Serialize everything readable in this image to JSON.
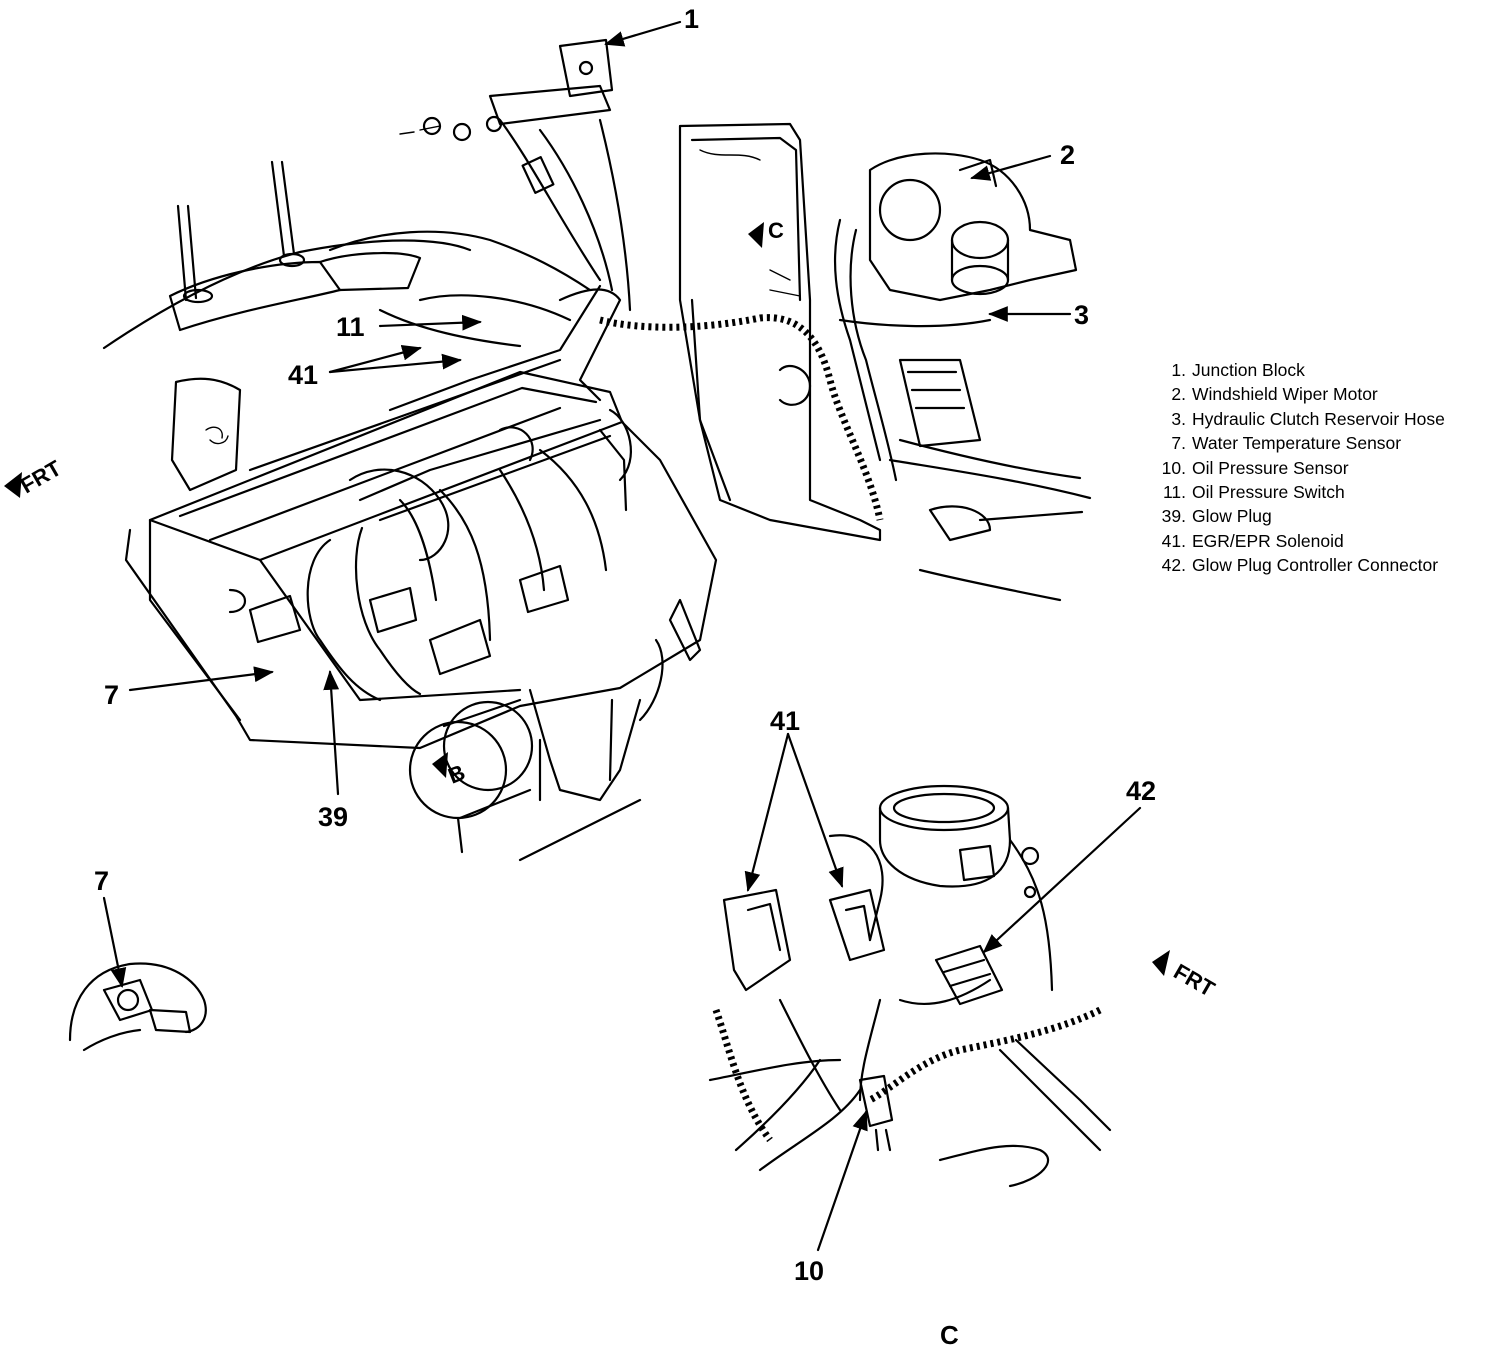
{
  "legend": [
    {
      "num": "1.",
      "label": "Junction Block"
    },
    {
      "num": "2.",
      "label": "Windshield Wiper Motor"
    },
    {
      "num": "3.",
      "label": "Hydraulic Clutch Reservoir Hose"
    },
    {
      "num": "7.",
      "label": "Water Temperature Sensor"
    },
    {
      "num": "10.",
      "label": "Oil Pressure Sensor"
    },
    {
      "num": "11.",
      "label": "Oil Pressure Switch"
    },
    {
      "num": "39.",
      "label": "Glow Plug"
    },
    {
      "num": "41.",
      "label": "EGR/EPR Solenoid"
    },
    {
      "num": "42.",
      "label": "Glow Plug Controller Connector"
    }
  ],
  "callouts": {
    "c1": "1",
    "c2": "2",
    "c3": "3",
    "c7_main": "7",
    "c7_detail": "7",
    "c10": "10",
    "c11": "11",
    "c39": "39",
    "c41_main": "41",
    "c41_detail": "41",
    "c42": "42"
  },
  "view_tags": {
    "frt_main": "FRT",
    "frt_detail": "FRT",
    "view_b": "B",
    "view_c": "C"
  },
  "view_caption": "C",
  "colors": {
    "line": "#000000",
    "background": "#ffffff"
  }
}
